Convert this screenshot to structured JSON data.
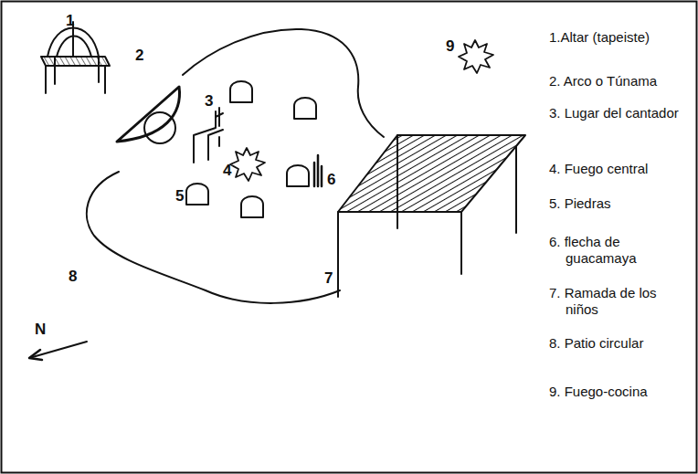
{
  "diagram": {
    "labels": [
      "1",
      "2",
      "3",
      "4",
      "5",
      "6",
      "7",
      "8",
      "9",
      "N",
      "1.Altar (tapeiste)",
      "2. Arco o Túnama",
      "3. Lugar del cantador",
      "4. Fuego central",
      "5. Piedras",
      "6. flecha de guacamaya",
      "7. Ramada de los niños",
      "8. Patio circular",
      "9. Fuego-cocina"
    ]
  }
}
